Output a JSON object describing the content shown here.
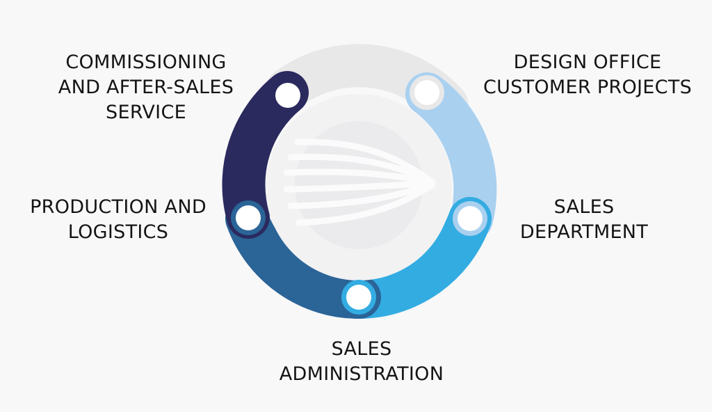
{
  "stages": [
    {
      "id": "commissioning",
      "lines": [
        "COMMISSIONING",
        "AND AFTER-SALES",
        "SERVICE"
      ],
      "color": "#2b2a5e"
    },
    {
      "id": "design-office",
      "lines": [
        "DESIGN OFFICE",
        "CUSTOMER PROJECTS"
      ],
      "color": "#e8e8e9"
    },
    {
      "id": "sales-department",
      "lines": [
        "SALES",
        "DEPARTMENT"
      ],
      "color": "#a9d0ef"
    },
    {
      "id": "sales-administration",
      "lines": [
        "SALES",
        "ADMINISTRATION"
      ],
      "color": "#33ace2"
    },
    {
      "id": "production-logistics",
      "lines": [
        "PRODUCTION AND",
        "LOGISTICS"
      ],
      "color": "#2b6497"
    }
  ],
  "colors": {
    "background": "#f8f8f9",
    "node": "#ffffff",
    "center_disc": "#f2f2f3",
    "center_logo": "#e4e4e6"
  },
  "center_icon": "converging-lines-logo"
}
